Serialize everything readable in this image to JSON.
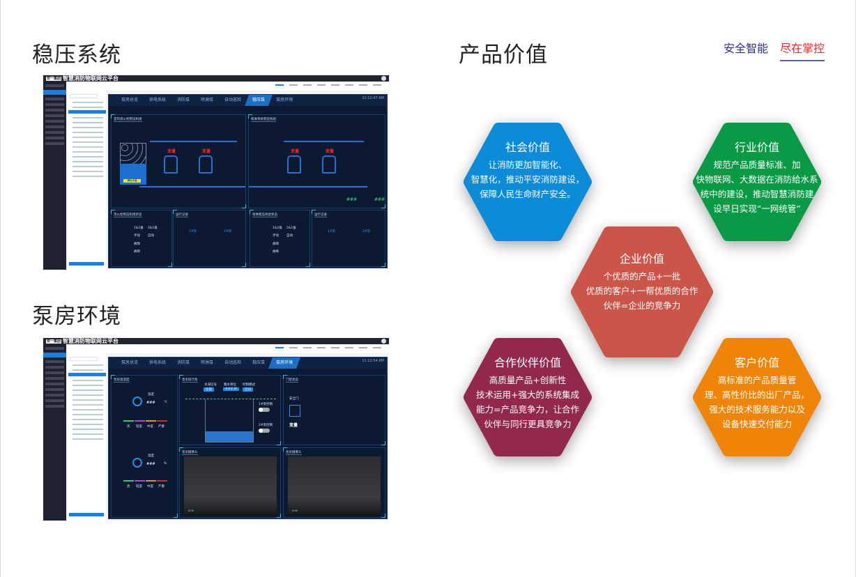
{
  "left": {
    "section1_title": "稳压系统",
    "section2_title": "泵房环境"
  },
  "right": {
    "title": "产品价值",
    "tagline_a": "安全智能",
    "tagline_b": "尽在掌控"
  },
  "dashboard": {
    "app_title": "智慧消防物联网云平台",
    "logo": "安一集团",
    "tabs": [
      "泵房总览",
      "供电系统",
      "消防泵",
      "喷淋泵",
      "自动巡检",
      "稳压泵",
      "泵房环境"
    ]
  },
  "screen1": {
    "time": "11:12:47 AM",
    "active_tab": "稳压泵",
    "panel_left": "室内消火栓稳压机组",
    "panel_right": "喷淋系统稳压机组",
    "pump_state": "变量",
    "tank_button": "满出水量",
    "readout": "###",
    "bottom_panels": [
      "消火栓稳压机组状态",
      "运行记录",
      "喷淋稳压机组状态",
      "运行记录"
    ],
    "pump1": "1#泵",
    "pump2": "2#泵",
    "status_values": [
      "1&2备",
      "2&1备",
      "手动",
      "自动",
      "故障",
      "故障"
    ]
  },
  "screen2": {
    "time": "11:12:54 AM",
    "active_tab": "泵房环境",
    "panel_env": "泵房温湿度",
    "temp_label": "温度",
    "temp_unit": "℃",
    "hum_label": "湿度",
    "hum_unit": "%",
    "readout": "###",
    "levels": [
      "优",
      "轻度",
      "中度",
      "严重"
    ],
    "level_colors": [
      "#2ecc71",
      "#c43ad6",
      "#e8901c",
      "#d8262a"
    ],
    "panel_drain": "泵房排污泵",
    "drain_fields": [
      "水浸信号",
      "集水液位",
      "控制模式"
    ],
    "drain_values": [
      "变量",
      "### M",
      "自动"
    ],
    "pump1_ctrl": "1#泵控制",
    "pump2_ctrl": "2#泵控制",
    "panel_door": "门禁状态",
    "door_label": "安全门",
    "door_state": "变量",
    "panel_cam": "泵房摄像头",
    "cam_time": "0:00"
  },
  "values": [
    {
      "title": "社会价值",
      "lines": [
        "让消防更加智能化、",
        "智慧化，推动平安消防建设，",
        "保障人民生命财产安全。"
      ],
      "color": "#0b8bd8"
    },
    {
      "title": "行业价值",
      "lines": [
        "规范产品质量标准、加",
        "快物联网、大数据在消防给水系",
        "统中的建设，推动智慧消防建",
        "设早日实现“一网统管”"
      ],
      "color": "#0a9a45"
    },
    {
      "title": "企业价值",
      "lines": [
        "个优质的产品+一批",
        "优质的客户+一帮优质的合作",
        "伙伴=企业的竞争力"
      ],
      "color": "#cb5548"
    },
    {
      "title": "合作伙伴价值",
      "lines": [
        "高质量产品+创新性",
        "技术运用+强大的系统集成",
        "能力=产品竞争力，让合作",
        "伙伴与同行更具竞争力"
      ],
      "color": "#92284d"
    },
    {
      "title": "客户价值",
      "lines": [
        "高标准的产品质量管",
        "理、高性价比的出厂产品，",
        "强大的技术服务能力以及",
        "设备快速交付能力"
      ],
      "color": "#ef8508"
    }
  ]
}
